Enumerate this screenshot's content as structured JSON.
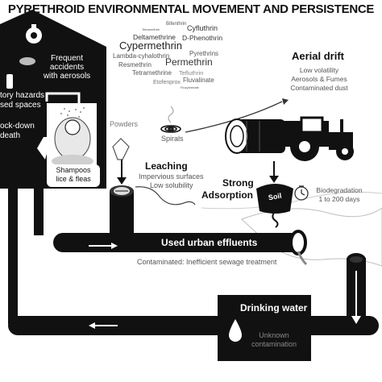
{
  "title": "PYRETHROID ENVIRONMENTAL MOVEMENT AND PERSISTENCE",
  "pesticides": {
    "bifenthrin": "Bifenthrin",
    "tetramethrin_small": "Tetramethrin",
    "cyfluthrin": "Cyfluthrin",
    "deltamethrine": "Deltamethrine",
    "d_phenothrin": "D-Phenothrin",
    "cypermethrin": "Cypermethrin",
    "lambda": "Lambda-cyhalothrin",
    "pyrethrins": "Pyrethrins",
    "resmethrin": "Resmethrin",
    "permethrin": "Permethrin",
    "tetramethrine": "Tetramethrine",
    "tefluthrin": "Tefluthrin",
    "fluvalinate": "Fluvalinate",
    "etofenprox": "Etofenprox",
    "flucythrinate": "Flucythrinate"
  },
  "house": {
    "frequent_accidents": [
      "Frequent",
      "accidents",
      "with aerosols"
    ],
    "respiratory": [
      "tory hazards",
      "sed spaces"
    ],
    "knockdown": [
      "ock-down",
      "death"
    ],
    "shampoos": [
      "Shampoos",
      "lice & fleas"
    ]
  },
  "labels": {
    "powders": "Powders",
    "spirals": "Spirals",
    "leaching": "Leaching",
    "leaching_sub": [
      "Impervious surfaces",
      "Low solubility"
    ],
    "aerial_drift": "Aerial drift",
    "aerial_sub": [
      "Low volatility",
      "Aerosols & Fumes",
      "Contaminated dust"
    ],
    "strong": "Strong",
    "adsorption": "Adsorption",
    "soil": "Soil",
    "biodeg": [
      "Biodegradation",
      "1 to 200 days"
    ],
    "effluents": "Used urban effluents",
    "effluents_sub": "Contaminated: Inefficient sewage treatment",
    "drinking": "Drinking water",
    "unknown": [
      "Unknown",
      "contamination"
    ]
  }
}
